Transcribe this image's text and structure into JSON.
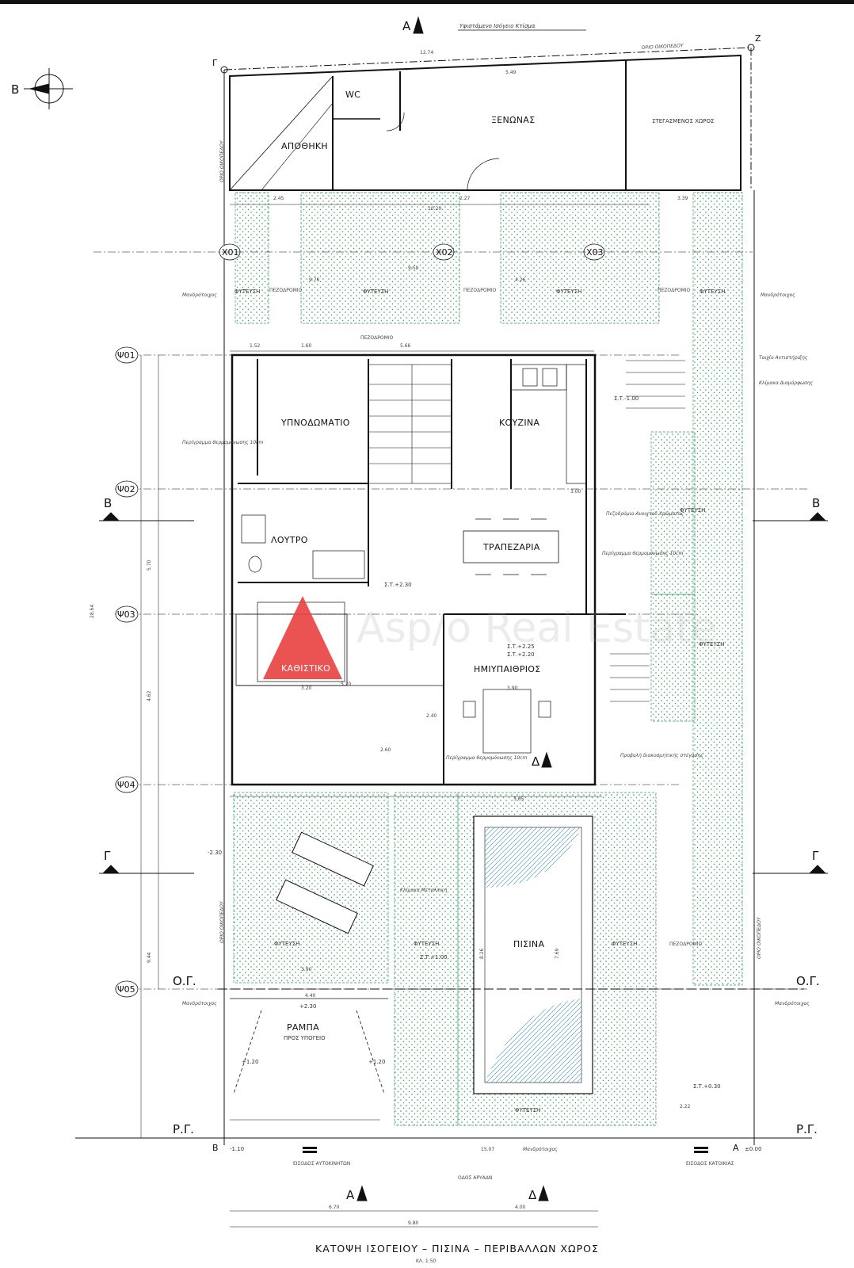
{
  "title": "ΚΑΤΟΨΗ ΙΣΟΓΕΙΟΥ – ΠΙΣΙΝΑ – ΠΕΡΙΒΑΛΛΩΝ ΧΩΡΟΣ",
  "scale": "ΚΛ. 1:50",
  "existing_building": "Υφιστάμενο Ισόγειο Κτίσμα",
  "plot_boundary": "ΟΡΙΟ ΟΙΚΟΠΕΔΟΥ",
  "street": "ΟΔΟΣ ΑΡΥΑΔΝ",
  "colors": {
    "line": "#111111",
    "plant": "#2e9a62",
    "pool": "#3c8ab0",
    "marker": "#e8403f"
  },
  "rooms": {
    "storage": "ΑΠΟΘΗΚΗ",
    "wc": "WC",
    "guest": "ΞΕΝΩΝΑΣ",
    "covered": "ΣΤΕΓΑΣΜΕΝΟΣ ΧΩΡΟΣ",
    "bedroom": "ΥΠΝΟΔΩΜΑΤΙΟ",
    "kitchen": "ΚΟΥΖΙΝΑ",
    "dining": "ΤΡΑΠΕΖΑΡΙΑ",
    "bath": "ΛΟΥΤΡΟ",
    "living": "ΚΑΘΙΣΤΙΚΟ",
    "semi_outdoor": "ΗΜΙΥΠΑΙΘΡΙΟΣ",
    "pool": "ΠΙΣΙΝΑ",
    "ramp": "ΡΑΜΠΑ",
    "ramp_sub": "ΠΡΟΣ ΥΠΟΓΕΙΟ"
  },
  "planting": "ΦΥΤΕΥΣΗ",
  "paving": "ΠΕΖΟΔΡΟΜΙΟ",
  "entrances": {
    "cars": "ΕΙΣΟΔΟΣ ΑΥΤΟΚΙΝΗΤΩΝ",
    "house": "ΕΙΣΟΔΟΣ ΚΑΤΟΙΚΙΑΣ"
  },
  "axes": {
    "h": [
      "Ψ01",
      "Ψ02",
      "Ψ03",
      "Ψ04",
      "Ψ05"
    ],
    "x": [
      "X01",
      "X02",
      "X03"
    ]
  },
  "sections": {
    "A": "A",
    "B": "B",
    "G": "Γ",
    "D": "Δ"
  },
  "lines": {
    "og": "Ο.Γ.",
    "rg": "Ρ.Γ."
  },
  "corners": {
    "g": "Γ",
    "z": "Z",
    "b": "B",
    "a": "A"
  },
  "levels": {
    "l1": "+2.30",
    "l2": "+1.20",
    "l3": "+1.20",
    "l4": "-1.10",
    "l5": "±0.00",
    "l6": "-2.30",
    "l7": "Σ.Τ.-1.00",
    "l8": "Σ.Τ.+2.30",
    "l9": "Σ.Τ.+2.25",
    "l10": "Σ.Τ.+1.00",
    "l11": "Σ.Τ.+0.30",
    "l12": "Σ.Τ.+2.20"
  },
  "dims": {
    "d1": "12.74",
    "d2": "5.49",
    "d3": "2.45",
    "d4": "2.27",
    "d5": "3.39",
    "d6": "10.20",
    "d7": "9.50",
    "d8": "4.26",
    "d9": "9.76",
    "d10": "5.66",
    "d11": "1.52",
    "d12": "1.60",
    "d13": "3.20",
    "d14": "3.90",
    "d15": "2.40",
    "d16": "3.65",
    "d17": "3.00",
    "d18": "5.20",
    "d19": "4.62",
    "d20": "2.60",
    "d21": "9.44",
    "d22": "5.70",
    "d23": "4.40",
    "d24": "9.80",
    "d25": "6.70",
    "d26": "4.00",
    "d27": "7.69",
    "d28": "8.26",
    "d29": "3.90",
    "d30": "2.22",
    "d31": "15.07",
    "d32": "28.64"
  },
  "notes": {
    "n1": "Μανδρότοιχος",
    "n2": "Πεζοδρόμιο Ανοιχτού Χρώματος",
    "n3": "Περίγραμμα θερμομόνωσης 10cm",
    "n4": "Κλίμακα Μεταλλική",
    "n5": "Προβολή διακοσμητικής στέγασης",
    "n6": "Τοιχίο Αντιστήριξης",
    "n7": "Κλίμακα Διαμόρφωσης"
  },
  "watermark": "Asp/o Real Estate"
}
